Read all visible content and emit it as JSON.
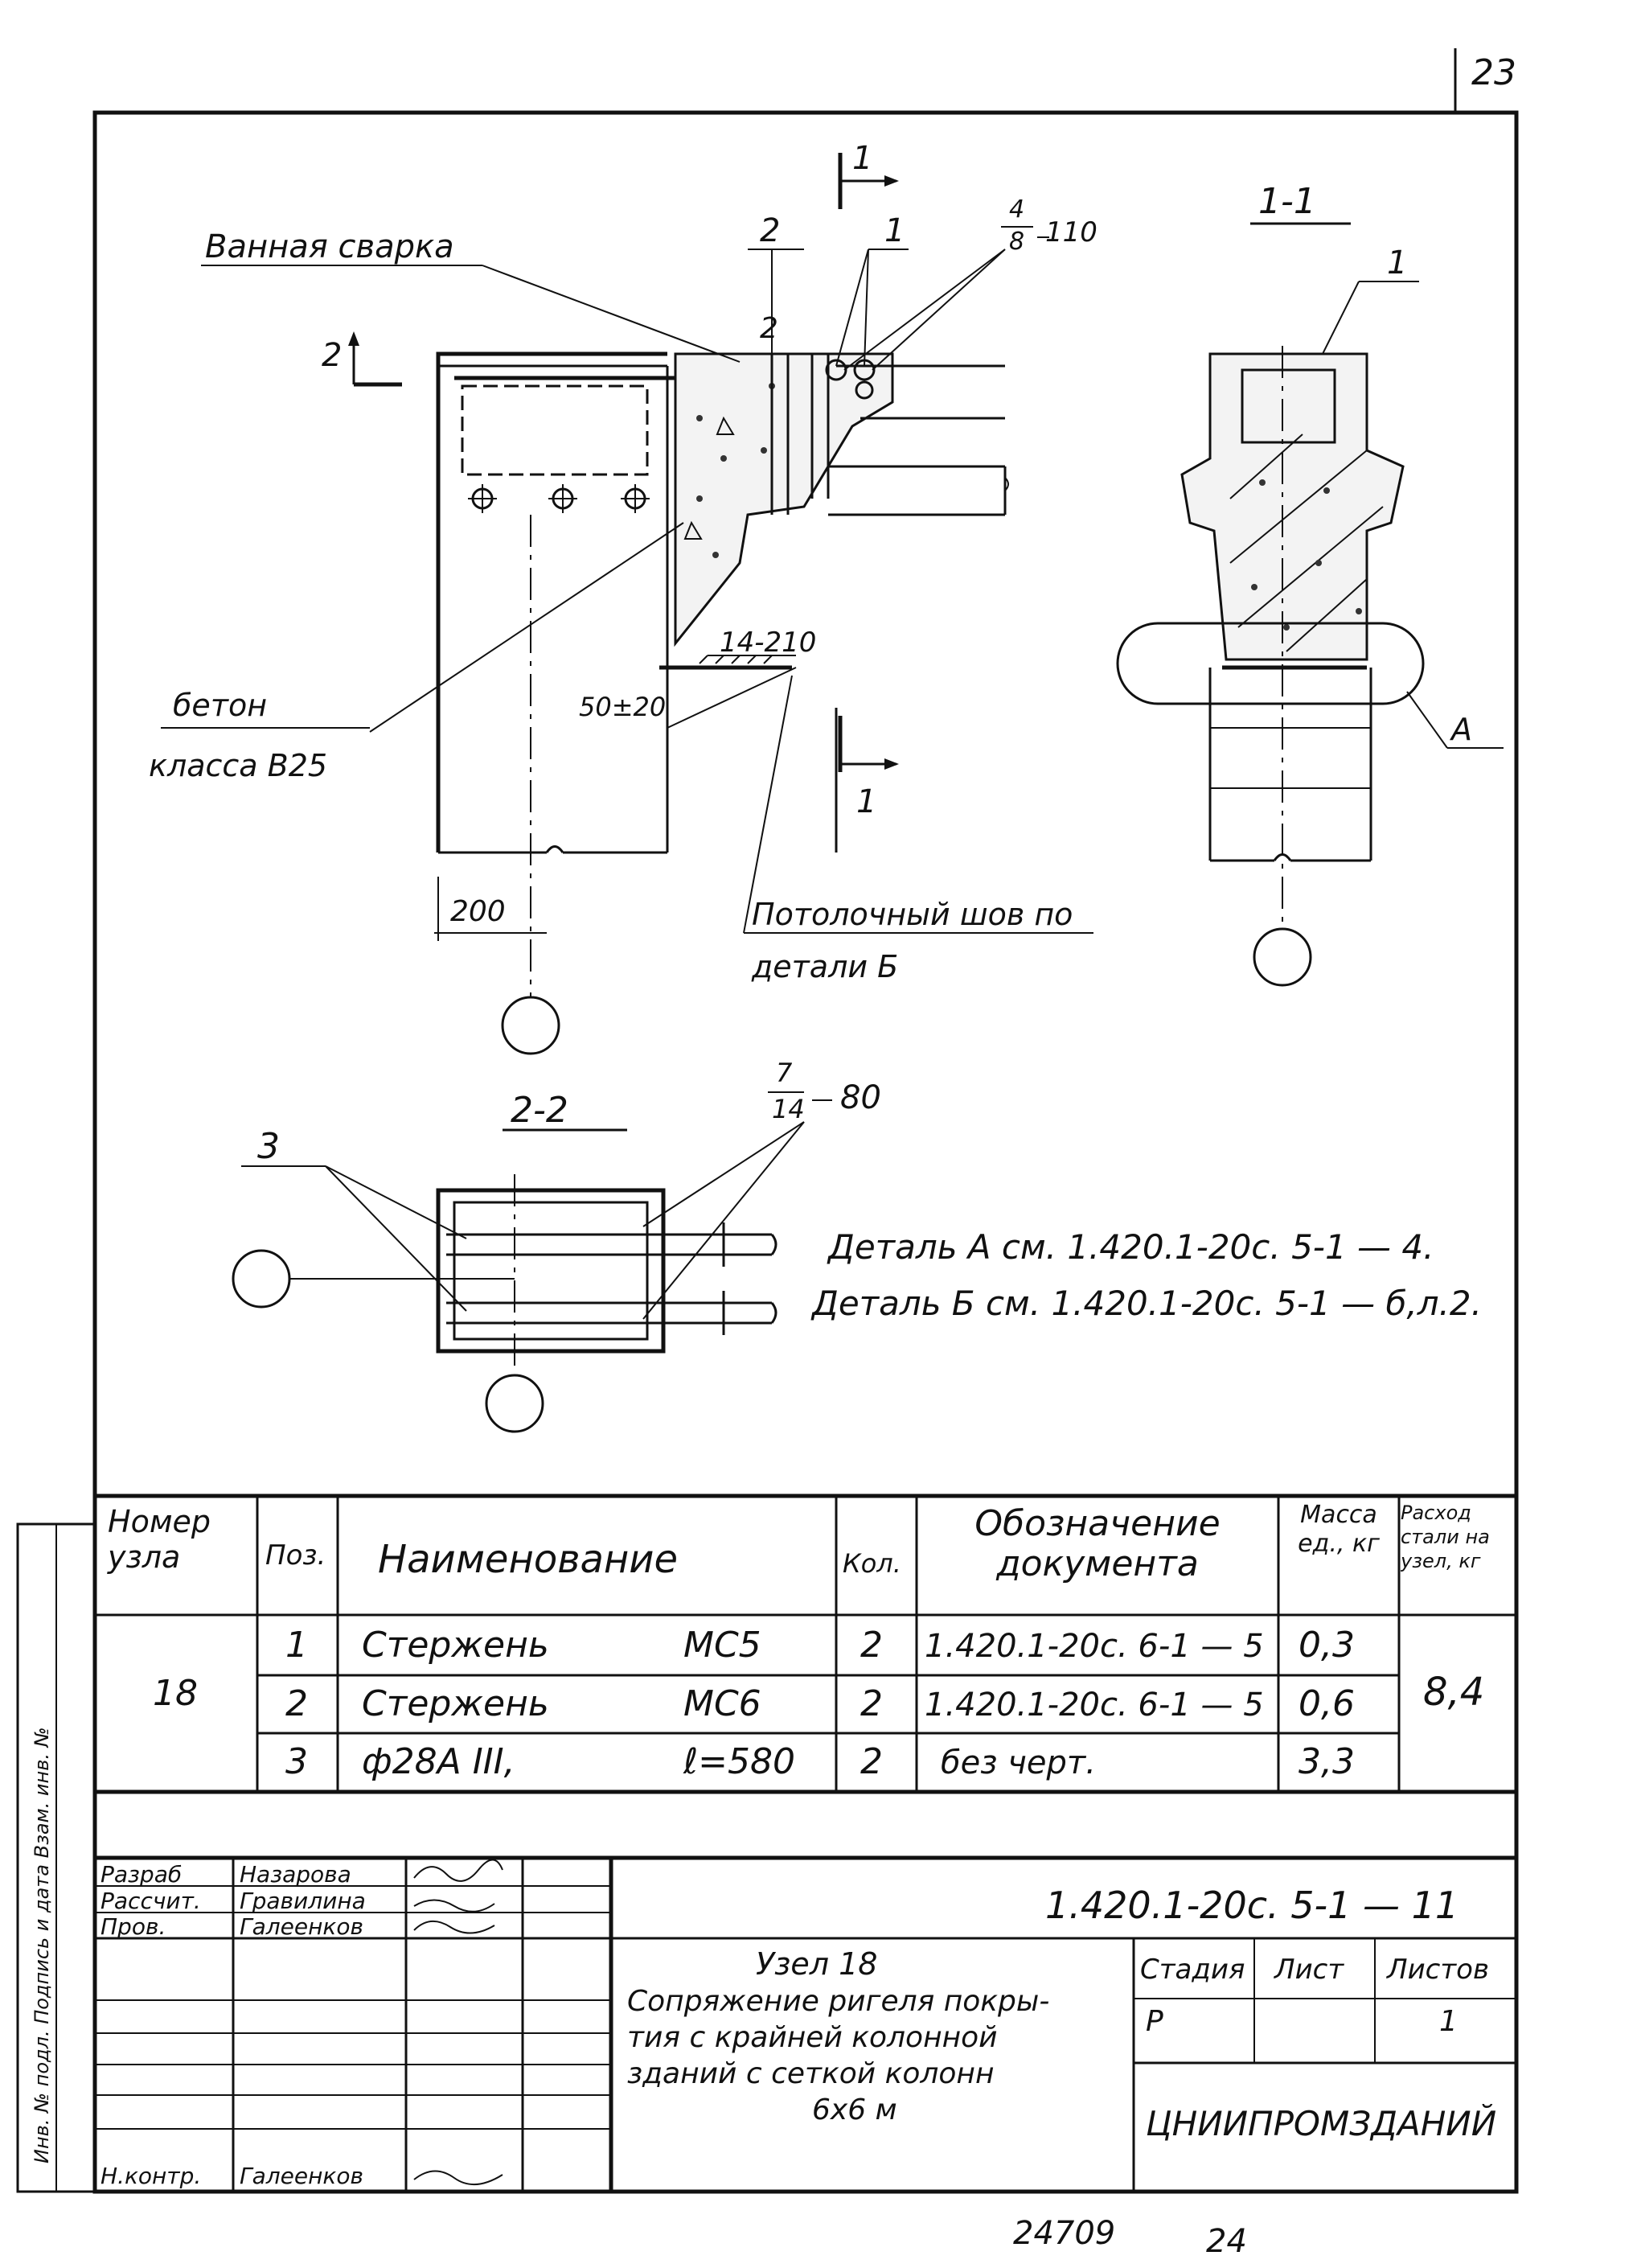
{
  "sheet": {
    "page_number": "23",
    "footer_left": "24709",
    "footer_right": "24"
  },
  "drawing": {
    "section_1_label": "1",
    "section_2_label": "2",
    "section_11_title": "1-1",
    "section_22_title": "2-2",
    "callout_bath_weld": "Ванная сварка",
    "callout_concrete_line1": "бетон",
    "callout_concrete_line2": "класса B25",
    "callout_overhead_weld_line1": "Потолочный шов по",
    "callout_overhead_weld_line2": "детали Б",
    "weld_top_num": "4",
    "weld_top_den": "8",
    "weld_top_len": "110",
    "weld_bottom": "14-210",
    "weld_22_num": "7",
    "weld_22_den": "14",
    "weld_22_len": "80",
    "dim_gap": "50±20",
    "dim_200": "200",
    "pos_1": "1",
    "pos_2": "2",
    "pos_3": "3",
    "detail_A": "А",
    "note_detail_A": "Деталь А см. 1.420.1-20с. 5-1 — 4.",
    "note_detail_B": "Деталь Б см. 1.420.1-20с. 5-1 — б,л.2."
  },
  "spec_table": {
    "headers": {
      "node_num": "Номер узла",
      "pos": "Поз.",
      "name": "Наименование",
      "qty": "Кол.",
      "doc": "Обозначение документа",
      "mass": "Масса ед., кг",
      "steel": "Расход стали на узел, кг"
    },
    "node": "18",
    "steel_total": "8,4",
    "rows": [
      {
        "pos": "1",
        "name": "Стержень",
        "mark": "МС5",
        "qty": "2",
        "doc": "1.420.1-20с. 6-1 — 5",
        "mass": "0,3"
      },
      {
        "pos": "2",
        "name": "Стержень",
        "mark": "МС6",
        "qty": "2",
        "doc": "1.420.1-20с. 6-1 — 5",
        "mass": "0,6"
      },
      {
        "pos": "3",
        "name": "ф28А III,",
        "mark": "ℓ=580",
        "qty": "2",
        "doc": "без черт.",
        "mass": "3,3"
      }
    ]
  },
  "title_block": {
    "roles": [
      "Разраб",
      "Рассчит.",
      "Пров.",
      "Н.контр."
    ],
    "names": [
      "Назарова",
      "Гравилина",
      "Галеенков",
      "Галеенков"
    ],
    "code": "1.420.1-20с. 5-1 — 11",
    "title_line1": "Узел 18",
    "title_line2": "Сопряжение ригеля покры-",
    "title_line3": "тия с крайней колонной",
    "title_line4": "зданий с сеткой колонн",
    "title_line5": "6х6 м",
    "stage_label": "Стадия",
    "sheet_label": "Лист",
    "sheets_label": "Листов",
    "stage_value": "Р",
    "sheets_value": "1",
    "org": "ЦНИИПРОМЗДАНИЙ",
    "side_stamp": "Инв. № подл.   Подпись и дата   Взам. инв. №"
  }
}
